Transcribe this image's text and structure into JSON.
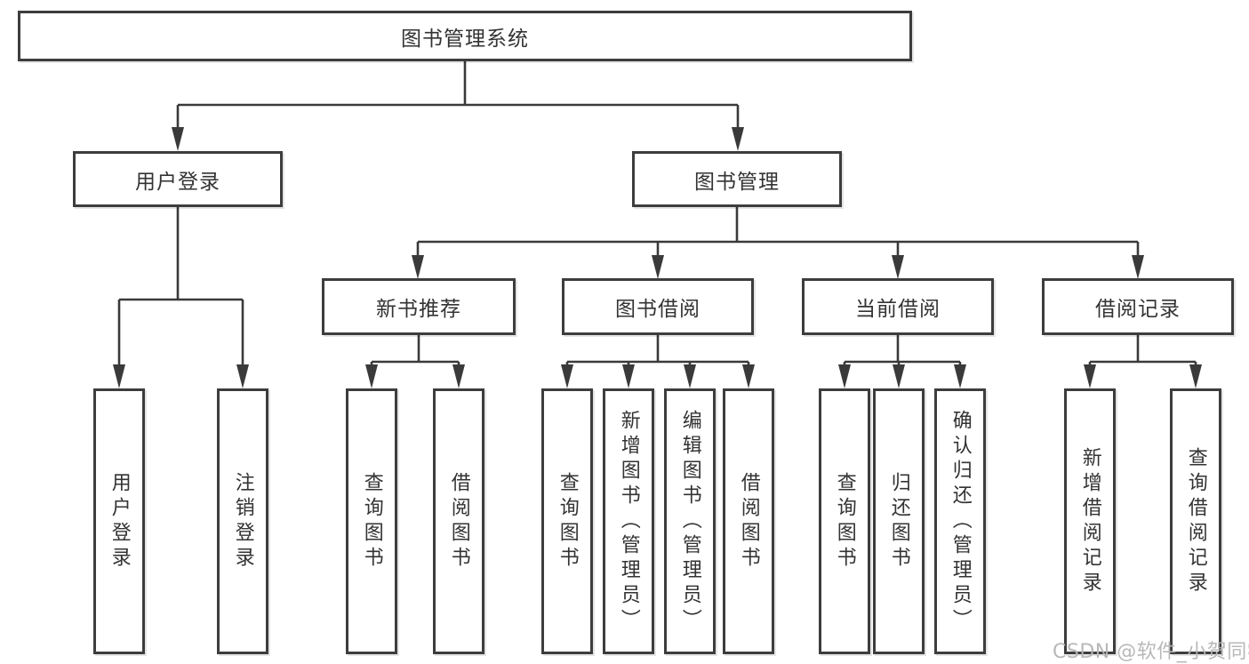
{
  "diagram": {
    "root": "图书管理系统",
    "level2": {
      "user": "用户登录",
      "book": "图书管理"
    },
    "level3": {
      "recommend": "新书推荐",
      "borrow": "图书借阅",
      "current": "当前借阅",
      "records": "借阅记录"
    },
    "leaves": {
      "user": [
        "用户登录",
        "注销登录"
      ],
      "recommend": [
        "查询图书",
        "借阅图书"
      ],
      "borrow": [
        "查询图书",
        "新增图书（管理员）",
        "编辑图书（管理员）",
        "借阅图书"
      ],
      "current": [
        "查询图书",
        "归还图书",
        "确认归还（管理员）"
      ],
      "records": [
        "新增借阅记录",
        "查询借阅记录"
      ]
    }
  },
  "watermark": "CSDN @软件_小贺同学",
  "colors": {
    "line": "#3a3a3a",
    "border": "#3d3d3d",
    "text": "#333333",
    "watermark": "#b5b5b5",
    "background": "#ffffff"
  }
}
